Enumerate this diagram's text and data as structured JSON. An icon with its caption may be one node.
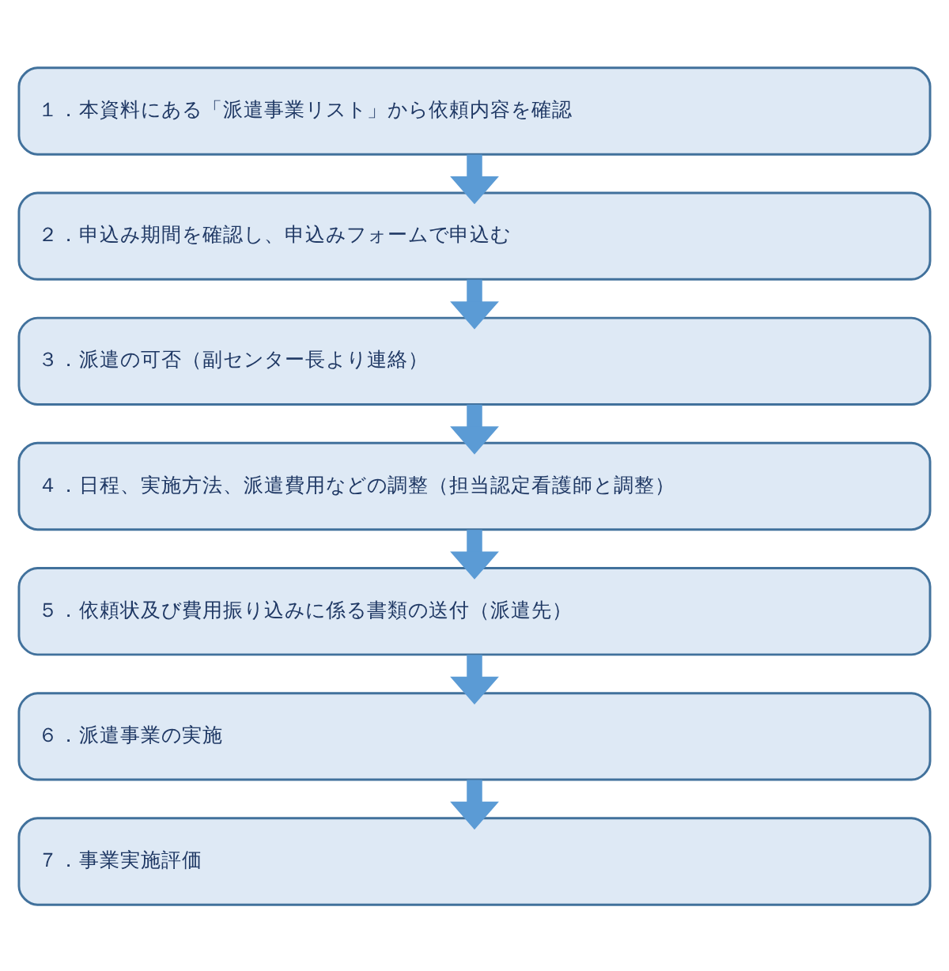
{
  "diagram": {
    "nodes": [
      {
        "text": [
          "１．本資料にある「派遣事業リスト」から依頼内容を確認"
        ]
      },
      {
        "text": [
          "２．申込み期間を確認し、申込みフォームで申込む"
        ]
      },
      {
        "text": [
          "３．派遣の可否（副センター長より連絡）"
        ]
      },
      {
        "text": [
          "４．日程、実施方法、派遣費用などの調整（担当認定看護師と調整）"
        ]
      },
      {
        "text": [
          "５．依頼状及び費用振り込みに係る書類の送付（派遣先）"
        ]
      },
      {
        "text": [
          "６．派遣事業の実施"
        ]
      },
      {
        "text": [
          "７．事業実施評価"
        ]
      }
    ],
    "edges": [
      {
        "from": 0,
        "to": 1,
        "arrow": "to"
      },
      {
        "from": 1,
        "to": 2,
        "arrow": "to"
      },
      {
        "from": 2,
        "to": 3,
        "arrow": "to"
      },
      {
        "from": 3,
        "to": 4,
        "arrow": "to"
      },
      {
        "from": 4,
        "to": 5,
        "arrow": "to"
      },
      {
        "from": 5,
        "to": 6,
        "arrow": "to"
      }
    ]
  }
}
